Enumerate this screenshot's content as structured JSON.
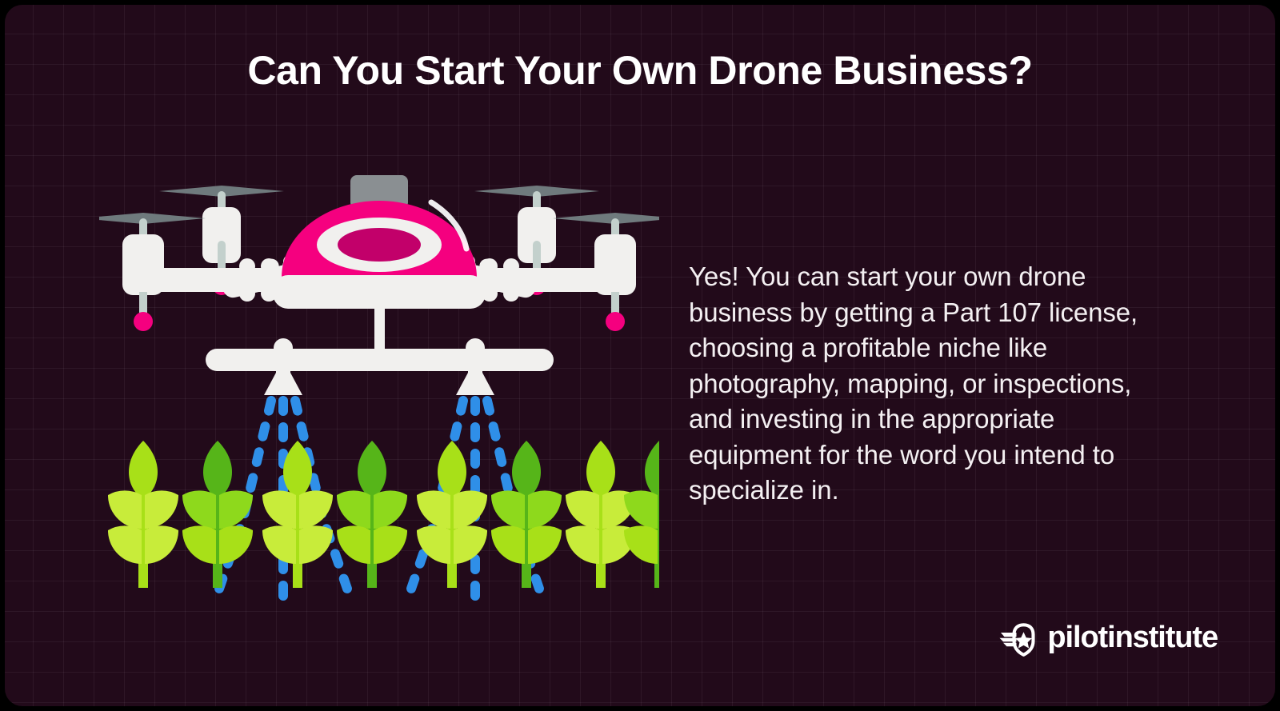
{
  "meta": {
    "title": "Can You Start Your Own Drone Business?",
    "background_color": "#220a1a",
    "frame_color": "#000000",
    "grid_color": "#33162a"
  },
  "heading": {
    "text": "Can You Start Your Own Drone Business?",
    "color": "#ffffff"
  },
  "answer": {
    "text": "Yes! You can start your own drone business by getting a Part 107 license, choosing a profitable niche like photography, mapping, or inspections, and investing in the appropriate equipment for the word you intend to specialize in.",
    "color": "#f4f0f2",
    "lines": [
      "Yes! You can start your own drone",
      "business by getting a Part 107",
      "license, choosing a profitable",
      "niche like photography, mapping,",
      "or inspections, and investing in",
      "the appropriate equipment for the",
      "word you intend to specialize in."
    ]
  },
  "logo": {
    "wordmark": "pilotinstitute",
    "icon": "winged-shield-star-icon",
    "color": "#ffffff"
  },
  "illustration": {
    "name": "agricultural-spray-drone-over-crops",
    "colors": {
      "body_white": "#f1f0ee",
      "dome_pink": "#f5007f",
      "dome_inner": "#c2006a",
      "antenna_gray": "#8a8f92",
      "propeller_gray": "#6f7a7d",
      "shaft_gray": "#c3d0cc",
      "landing_tip_pink": "#f5007f",
      "spray_blue": "#2f8fe8",
      "plant_light": "#a8e018",
      "plant_mid": "#7ed321",
      "plant_dark": "#56b519"
    },
    "parts": {
      "rotors": 4,
      "spray_nozzles": 2,
      "spray_streams_per_nozzle": 3,
      "plants": 8
    }
  }
}
